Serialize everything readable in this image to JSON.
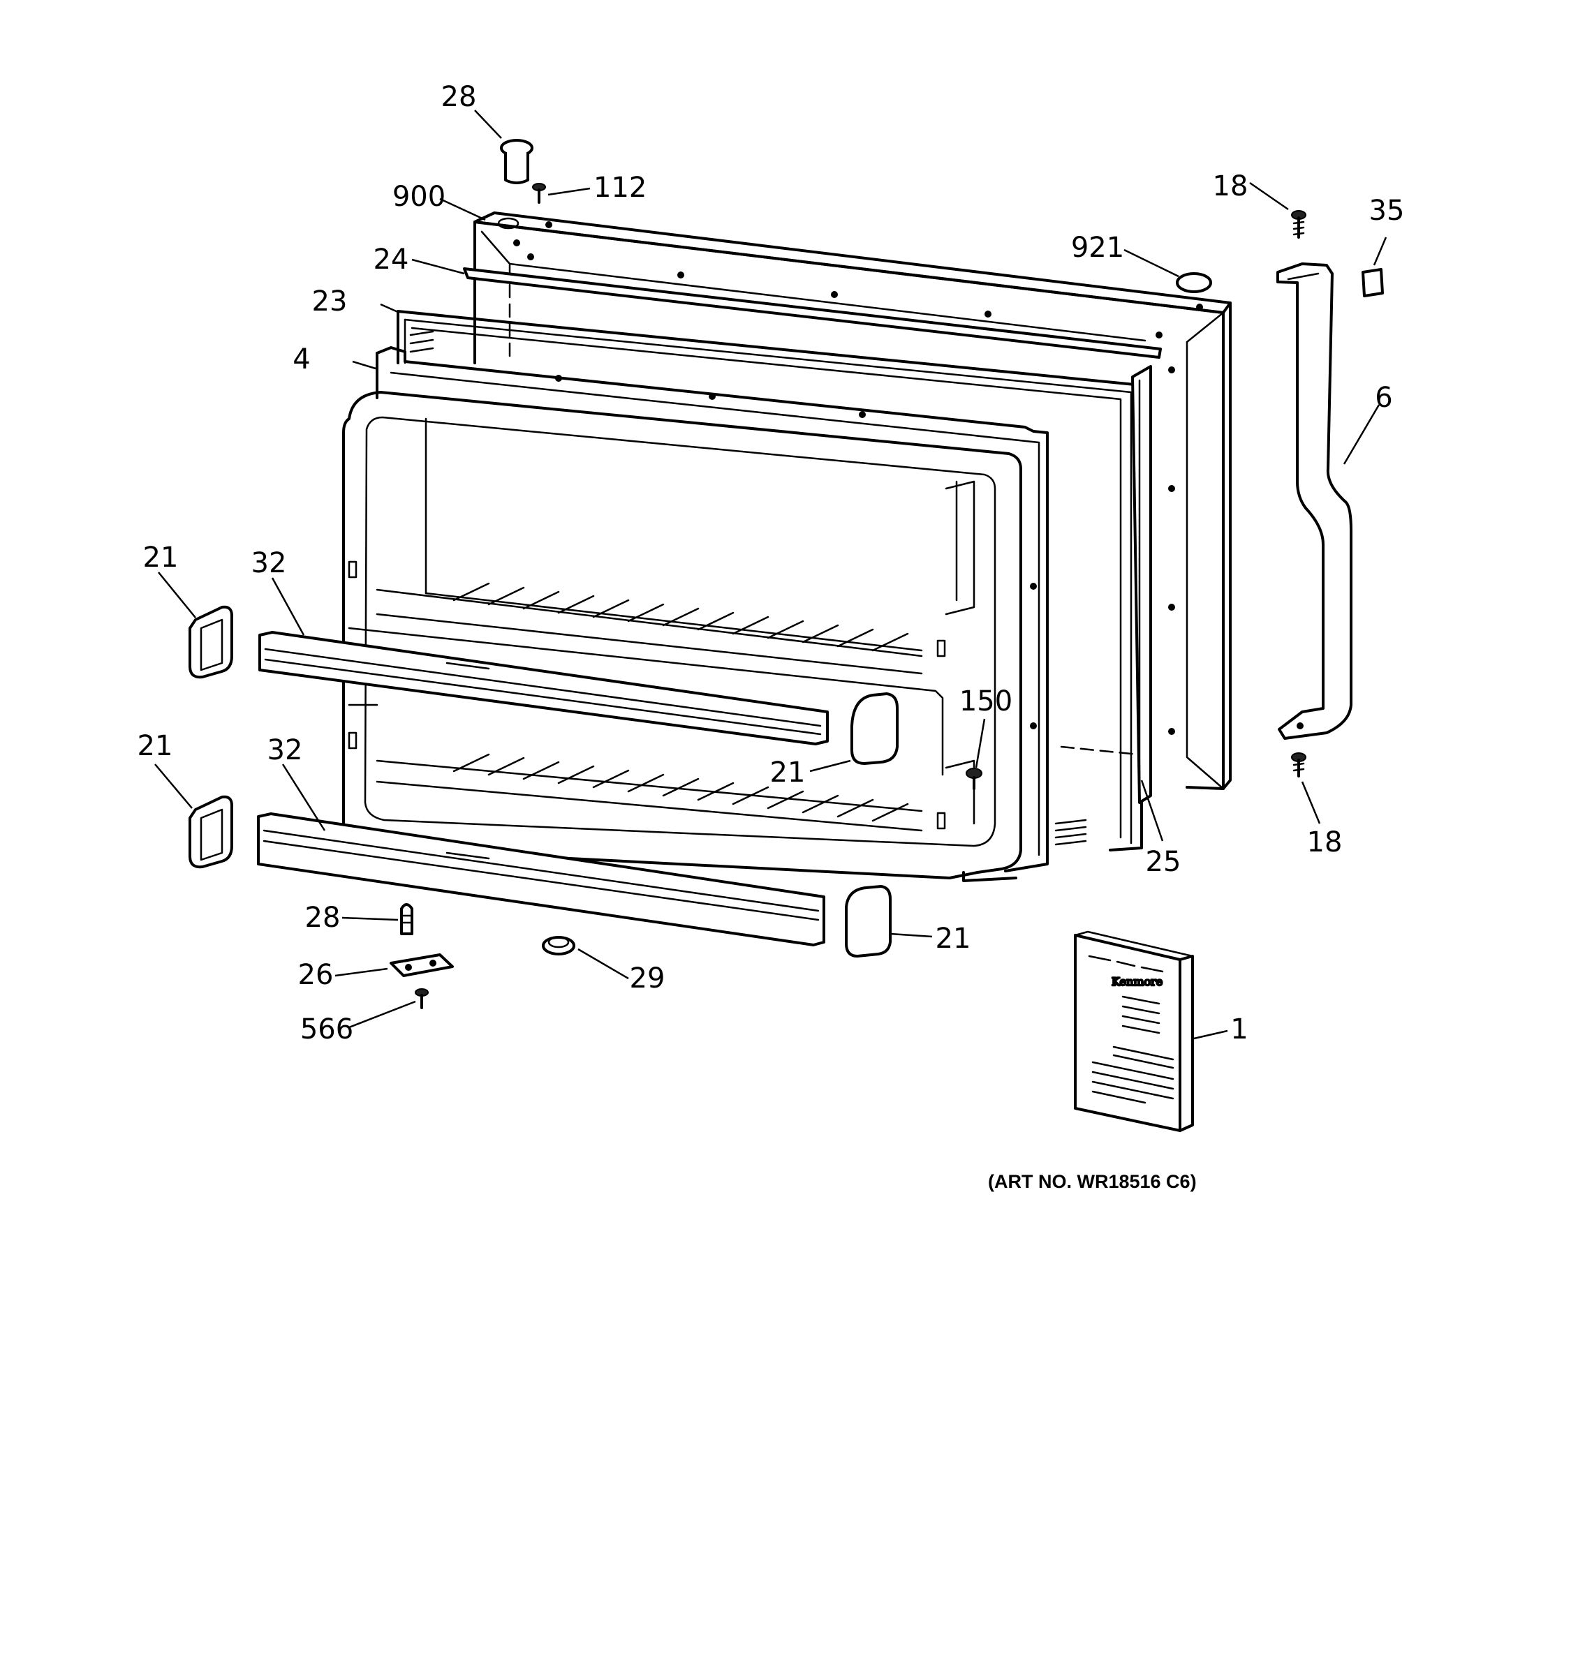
{
  "callouts": {
    "c28_top": "28",
    "c112": "112",
    "c900": "900",
    "c24": "24",
    "c23": "23",
    "c4": "4",
    "c921": "921",
    "c18_top": "18",
    "c35": "35",
    "c6": "6",
    "c21_left_upper": "21",
    "c32_upper": "32",
    "c21_left_lower": "21",
    "c32_lower": "32",
    "c150": "150",
    "c21_mid": "21",
    "c25": "25",
    "c18_bottom": "18",
    "c28_bottom": "28",
    "c26": "26",
    "c566": "566",
    "c29": "29",
    "c21_bottom_right": "21",
    "c1": "1"
  },
  "art_number": "(ART NO. WR18516 C6)",
  "manual_cover_text": "Kenmore"
}
